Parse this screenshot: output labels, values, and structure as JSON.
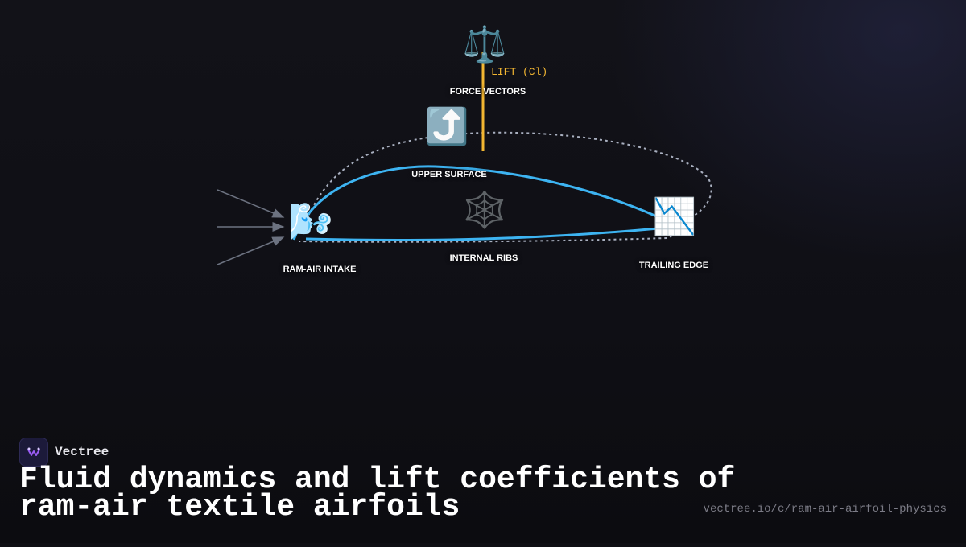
{
  "diagram": {
    "nodes": {
      "force_vectors": {
        "icon": "balance-scale-icon",
        "glyph": "⚖️",
        "label": "FORCE VECTORS"
      },
      "upper_surface": {
        "icon": "arrow-up-right-icon",
        "glyph": "⤴️",
        "label": "UPPER SURFACE"
      },
      "internal_ribs": {
        "icon": "spider-web-icon",
        "glyph": "🕸️",
        "label": "INTERNAL RIBS"
      },
      "ram_air_intake": {
        "icon": "wind-icon",
        "glyph": "🌬️",
        "label": "RAM-AIR INTAKE"
      },
      "trailing_edge": {
        "icon": "chart-decreasing-icon",
        "glyph": "📉",
        "label": "TRAILING EDGE"
      }
    },
    "lift_label": "LIFT (Cl)",
    "colors": {
      "airfoil": "#3db4f2",
      "lift": "#f2b632",
      "dotted": "#a9b0c0",
      "airflow": "#6c7280"
    }
  },
  "brand": {
    "name": "Vectree",
    "logo_icon": "vectree-logo-icon"
  },
  "title": "Fluid dynamics and lift coefficients of ram-air textile airfoils",
  "url": "vectree.io/c/ram-air-airfoil-physics"
}
